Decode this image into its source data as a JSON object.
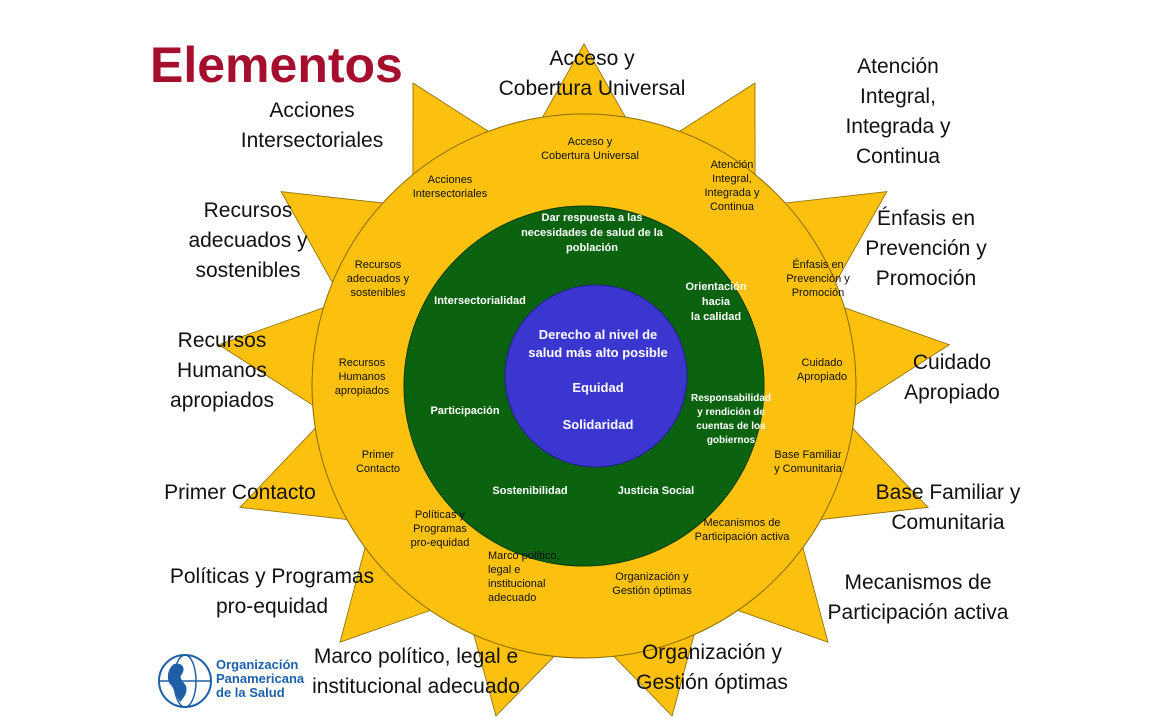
{
  "title": "Elementos",
  "colors": {
    "sun": "#fcc10f",
    "sun_stroke": "#8a6a00",
    "green": "#0b620f",
    "blue": "#3a36cf",
    "title": "#a50f2d",
    "logo": "#1f5fa8"
  },
  "outer_labels": [
    "Acceso y\nCobertura Universal",
    "Atención\nIntegral,\nIntegrada y\nContinua",
    "Énfasis en\nPrevención y\nPromoción",
    "Cuidado\nApropiado",
    "Base Familiar y\nComunitaria",
    "Mecanismos de\nParticipación activa",
    "Organización y\nGestión óptimas",
    "Marco político, legal e\ninstitucional adecuado",
    "Políticas y Programas\npro-equidad",
    "Primer Contacto",
    "Recursos\nHumanos\napropiados",
    "Recursos\nadecuados y\nsostenibles",
    "Acciones\nIntersectoriales"
  ],
  "ring_labels": [
    "Acceso y\nCobertura Universal",
    "Atención\nIntegral,\nIntegrada y\nContinua",
    "Énfasis en\nPrevención y\nPromoción",
    "Cuidado\nApropiado",
    "Base Familiar\ny Comunitaria",
    "Mecanismos de\nParticipación activa",
    "Organización y\nGestión óptimas",
    "Marco político,\nlegal e\ninstitucional\nadecuado",
    "Políticas y\nProgramas\npro-equidad",
    "Primer\nContacto",
    "Recursos\nHumanos\napropiados",
    "Recursos\nadecuados y\nsostenibles",
    "Acciones\nIntersectoriales"
  ],
  "principles": {
    "respuesta": "Dar respuesta a las\nnecesidades de salud de la\npoblación",
    "orientacion": "Orientación\nhacia\nla calidad",
    "responsabilidad": "Responsabilidad\ny rendición de\ncuentas de los\ngobiernos",
    "justicia": "Justicia Social",
    "sostenibilidad": "Sostenibilidad",
    "participacion": "Participación",
    "intersectorialidad": "Intersectorialidad"
  },
  "values": {
    "derecho": "Derecho al nivel de\nsalud más alto posible",
    "equidad": "Equidad",
    "solidaridad": "Solidaridad"
  },
  "logo": {
    "text": "Organización\nPanamericana\nde la Salud"
  }
}
